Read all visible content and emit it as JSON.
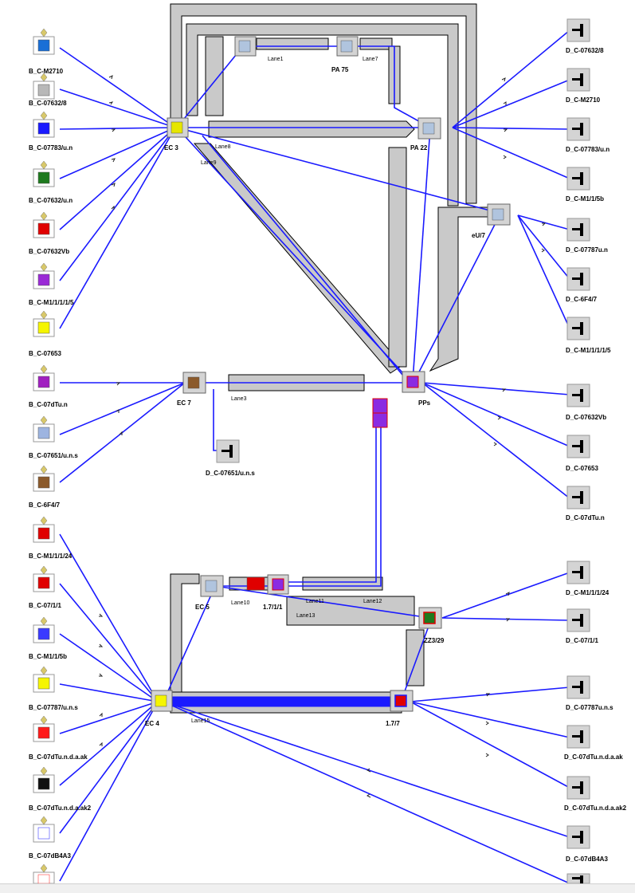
{
  "colors": {
    "flow": "#1a1aff",
    "belt": "#c9c9c9",
    "background": "#ffffff"
  },
  "sources": [
    {
      "label": "B_C-M2710",
      "color": "#1a6fd6"
    },
    {
      "label": "B_C-07632/8",
      "color": "#b8b8b8"
    },
    {
      "label": "B_C-07783/u.n",
      "color": "#1a1aff"
    },
    {
      "label": "B_C-07632/u.n",
      "color": "#1e7a1e"
    },
    {
      "label": "B_C-07632Vb",
      "color": "#e00000"
    },
    {
      "label": "B_C-M1/1/1/1/5",
      "color": "#9a2ad6"
    },
    {
      "label": "B_C-07653",
      "color": "#f5f500"
    },
    {
      "label": "B_C-07dTu.n",
      "color": "#a020c0"
    },
    {
      "label": "B_C-07651/u.n.s",
      "color": "#9db4e0"
    },
    {
      "label": "B_C-6F4/7",
      "color": "#8b5a2b"
    },
    {
      "label": "B_C-M1/1/1/24",
      "color": "#e00000"
    },
    {
      "label": "B_C-07/1/1",
      "color": "#e00000"
    },
    {
      "label": "B_C-M1/1/5b",
      "color": "#3a3aff"
    },
    {
      "label": "B_C-07787/u.n.s",
      "color": "#f5f500"
    },
    {
      "label": "B_C-07dTu.n.d.a.ak",
      "color": "#ff1a1a"
    },
    {
      "label": "B_C-07dTu.n.d.a.ak2",
      "color": "#111111"
    },
    {
      "label": "B_C-07dB4A3",
      "color": "#1a1aff"
    },
    {
      "label": "",
      "color": "#ff1a1a"
    }
  ],
  "sinks": [
    {
      "label": "D_C-07632/8"
    },
    {
      "label": "D_C-M2710"
    },
    {
      "label": "D_C-07783/u.n"
    },
    {
      "label": "D_C-M1/1/5b"
    },
    {
      "label": "D_C-07787u.n"
    },
    {
      "label": "D_C-6F4/7"
    },
    {
      "label": "D_C-M1/1/1/1/5"
    },
    {
      "label": "D_C-07632Vb"
    },
    {
      "label": "D_C-07653"
    },
    {
      "label": "D_C-07dTu.n"
    },
    {
      "label": "D_C-M1/1/1/24"
    },
    {
      "label": "D_C-07/1/1"
    },
    {
      "label": "D_C-07787u.n.s"
    },
    {
      "label": "D_C-07dTu.n.d.a.ak"
    },
    {
      "label": "D_C-07dTu.n.d.a.ak2"
    },
    {
      "label": "D_C-07dB4A3"
    },
    {
      "label": ""
    },
    {
      "label": "D_C-07651/u.n.s"
    }
  ],
  "nodes": [
    {
      "label": "EC 3"
    },
    {
      "label": "PA 75"
    },
    {
      "label": "PA 22"
    },
    {
      "label": "eU/7"
    },
    {
      "label": "EC 7"
    },
    {
      "label": "PPs"
    },
    {
      "label": "EC 4"
    },
    {
      "label": "EC 5"
    },
    {
      "label": "1.7/1/1"
    },
    {
      "label": "ZZ3/29"
    },
    {
      "label": "1.7/7"
    }
  ],
  "belts": [
    {
      "label": "Lane1"
    },
    {
      "label": "Lane7"
    },
    {
      "label": "Lane8"
    },
    {
      "label": "Lane9"
    },
    {
      "label": "Lane3"
    },
    {
      "label": "Lane10"
    },
    {
      "label": "Lane11"
    },
    {
      "label": "Lane12"
    },
    {
      "label": "Lane13"
    },
    {
      "label": "Lane15"
    }
  ]
}
